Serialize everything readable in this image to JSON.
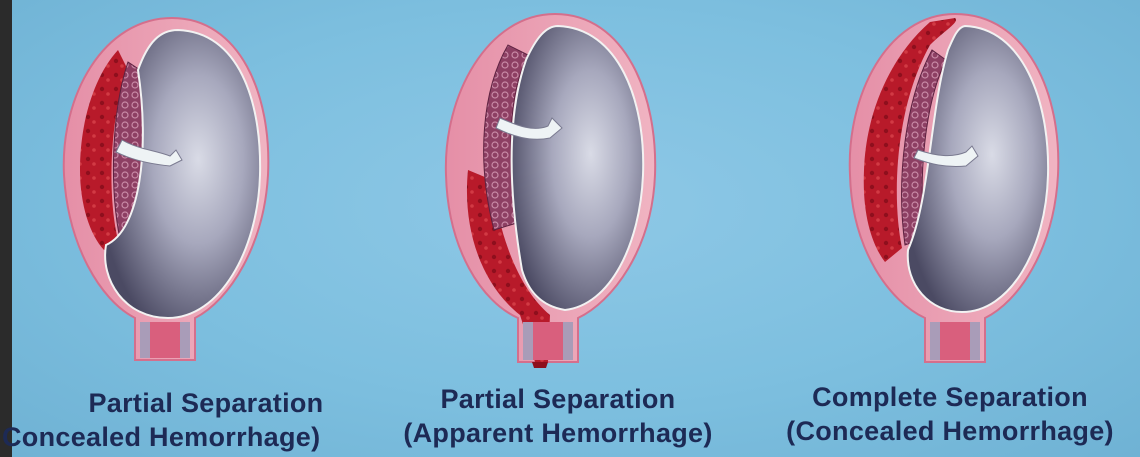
{
  "diagrams": [
    {
      "line1": "Partial Separation",
      "line2": "Concealed Hemorrhage)"
    },
    {
      "line1": "Partial Separation",
      "line2": "(Apparent Hemorrhage)"
    },
    {
      "line1": "Complete Separation",
      "line2": "(Concealed Hemorrhage)"
    }
  ],
  "colors": {
    "background": "#7dbfdf",
    "uterine_wall": "#e7a0b2",
    "blood": "#b31322",
    "placenta": "#8a3a5c",
    "amniotic_sac": "#5f5f78",
    "caption_text": "#1d2a55"
  }
}
